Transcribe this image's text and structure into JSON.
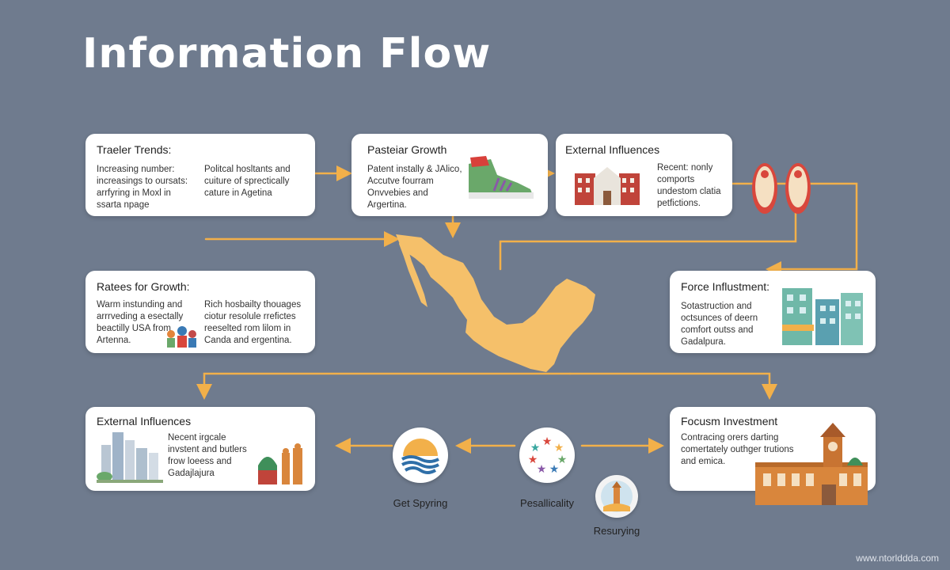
{
  "title": "Information Flow",
  "cards": {
    "trends": {
      "title": "Traeler Trends:",
      "left": "Increasing number:\nincreasings to oursats:\narrfyring in Moxl in\nssarta npage",
      "right": "Politcal hosltants and\ncuiture of sprectically\ncature in Agetina"
    },
    "pasteur": {
      "title": "Pasteiar Growth",
      "text": "Patent instally & JAlico,\nAccutve fourram\nOnvvebies and\nArgertina."
    },
    "external_top": {
      "title": "External Influences",
      "text": "Recent: nonly\ncomports\nundestom clatia\npetfictions."
    },
    "rates": {
      "title": "Ratees for Growth:",
      "left": "Warm instunding and\narrrveding a esectally\nbeactilly USA from\nArtenna.",
      "right": "Rich hosbailty thouages\nciotur resolule rrefictes\nreeselted rom lilom in\nCanda and ergentina."
    },
    "force": {
      "title": "Force Influstment:",
      "text": "Sotastruction and\noctsunces of deern\ncomfort outss and\nGadalpura."
    },
    "external_bottom": {
      "title": "External Influences",
      "text": "Necent irgcale\ninvstent and butlers\nfrow loeess and\nGadajlajura"
    },
    "focus": {
      "title": "Focusm Investment",
      "text": "Contracing orers darting\ncomertately outhger trutions\nand emica."
    }
  },
  "circles": {
    "spring": "Get Spyring",
    "pessali": "Pesallicality",
    "resurying": "Resurying"
  },
  "watermark": "www.ntorlddda.com",
  "colors": {
    "background": "#6f7b8e",
    "accent": "#f2b04a",
    "map": "#f5c06a",
    "card": "#ffffff"
  },
  "icons": [
    "sneaker-icon",
    "red-building-icon",
    "red-shoes-icon",
    "people-icon",
    "teal-buildings-icon",
    "city-skyline-icon",
    "mosque-icon",
    "colonial-building-icon",
    "sun-waves-icon",
    "star-ring-icon",
    "lighthouse-icon",
    "mexico-map"
  ]
}
